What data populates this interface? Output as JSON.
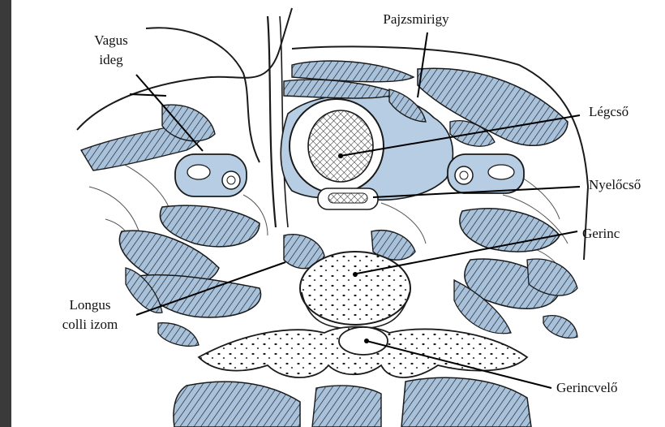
{
  "labels": {
    "pajzsmirigy": "Pajzsmirigy",
    "vagus_line1": "Vagus",
    "vagus_line2": "ideg",
    "legcso": "Légcső",
    "nyelocso": "Nyelőcső",
    "gerinc": "Gerinc",
    "longus_line1": "Longus",
    "longus_line2": "colli izom",
    "gerincvelo": "Gerincvelő"
  },
  "colors": {
    "tissue": "#b6cde4",
    "muscle": "#a9c2dc",
    "ink": "#1a1a1a",
    "paper": "#ffffff",
    "frame": "#3a3a3a"
  }
}
